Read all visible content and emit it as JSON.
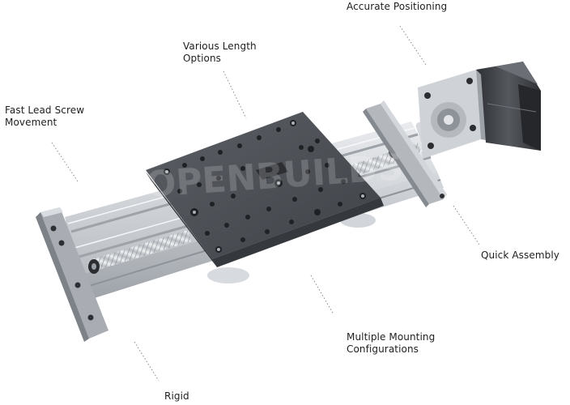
{
  "callouts": {
    "accurate_positioning": "Accurate Positioning",
    "various_length": [
      "Various Length",
      "Options"
    ],
    "fast_lead_screw": [
      "Fast Lead Screw",
      "Movement"
    ],
    "quick_assembly": "Quick Assembly",
    "multiple_mounting": [
      "Multiple Mounting",
      "Configurations"
    ],
    "rigid": "Rigid"
  },
  "watermark": "OPENBUILDS",
  "colors": {
    "background": "#ffffff",
    "aluminum": "#c9ccd0",
    "plate": "#4a4d52",
    "motor": "#3a3c40",
    "leader": "#8a8a8a"
  }
}
